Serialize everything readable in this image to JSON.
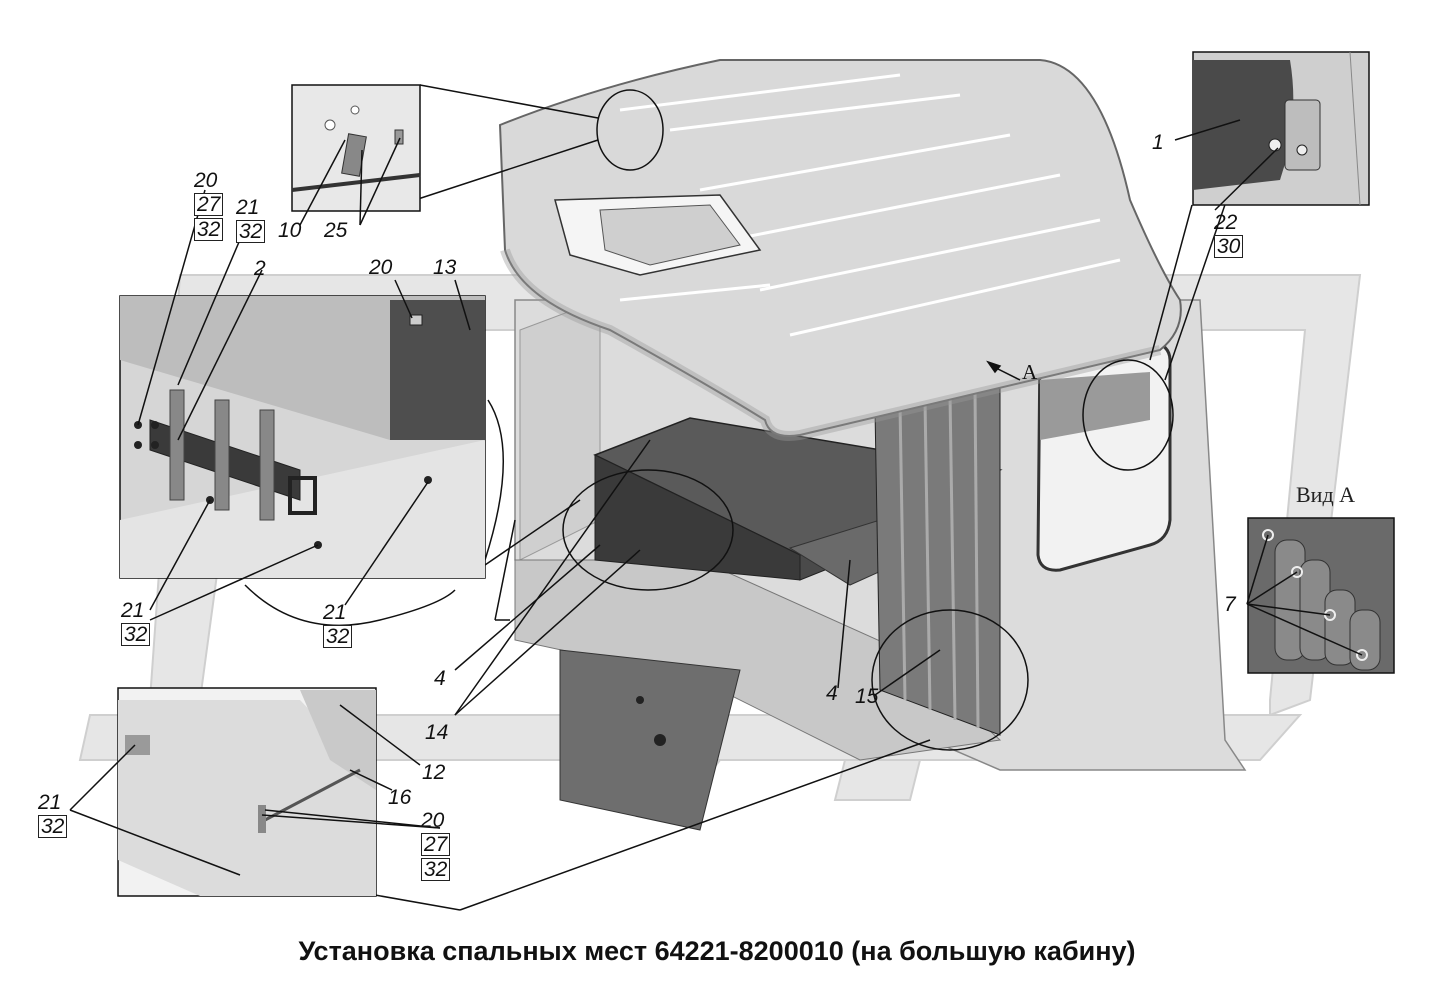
{
  "caption": "Установка спальных мест 64221-8200010 (на большую кабину)",
  "view_label": "Вид А",
  "arrow_label": "А",
  "callouts": {
    "top_left_stack_a": [
      "20",
      "27",
      "32"
    ],
    "top_left_stack_b": [
      "21",
      "32"
    ],
    "c2": "2",
    "c20_top": "20",
    "c13": "13",
    "c10": "10",
    "c25": "25",
    "c1": "1",
    "c22_30": [
      "22",
      "30"
    ],
    "c7": "7",
    "c21_32_left": [
      "21",
      "32"
    ],
    "c21_32_mid": [
      "21",
      "32"
    ],
    "c4_left": "4",
    "c4_right": "4",
    "c14": "14",
    "c15": "15",
    "c12": "12",
    "c16": "16",
    "c21_32_bottom": [
      "21",
      "32"
    ],
    "c20_27_32_bottom": [
      "20",
      "27",
      "32"
    ]
  }
}
